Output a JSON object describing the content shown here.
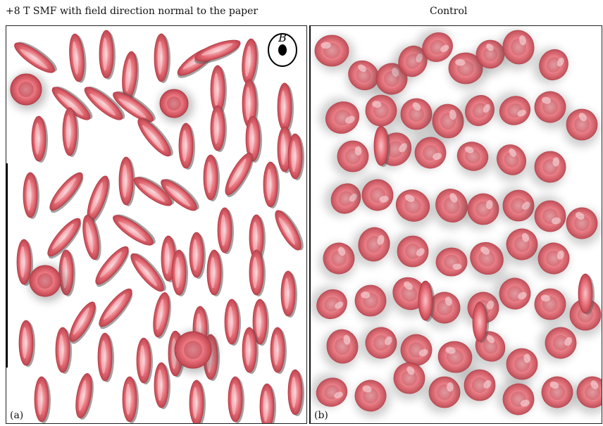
{
  "panels": {
    "left": {
      "title": "+8 T SMF with field direction normal to the paper",
      "label": "(a)",
      "field_symbol": "B"
    },
    "right": {
      "title": "Control",
      "label": "(b)"
    }
  },
  "colors": {
    "cell_fill": "#e8707a",
    "cell_dark": "#b43a44",
    "cell_light": "#f7c3c8",
    "shadow": "#555555"
  }
}
